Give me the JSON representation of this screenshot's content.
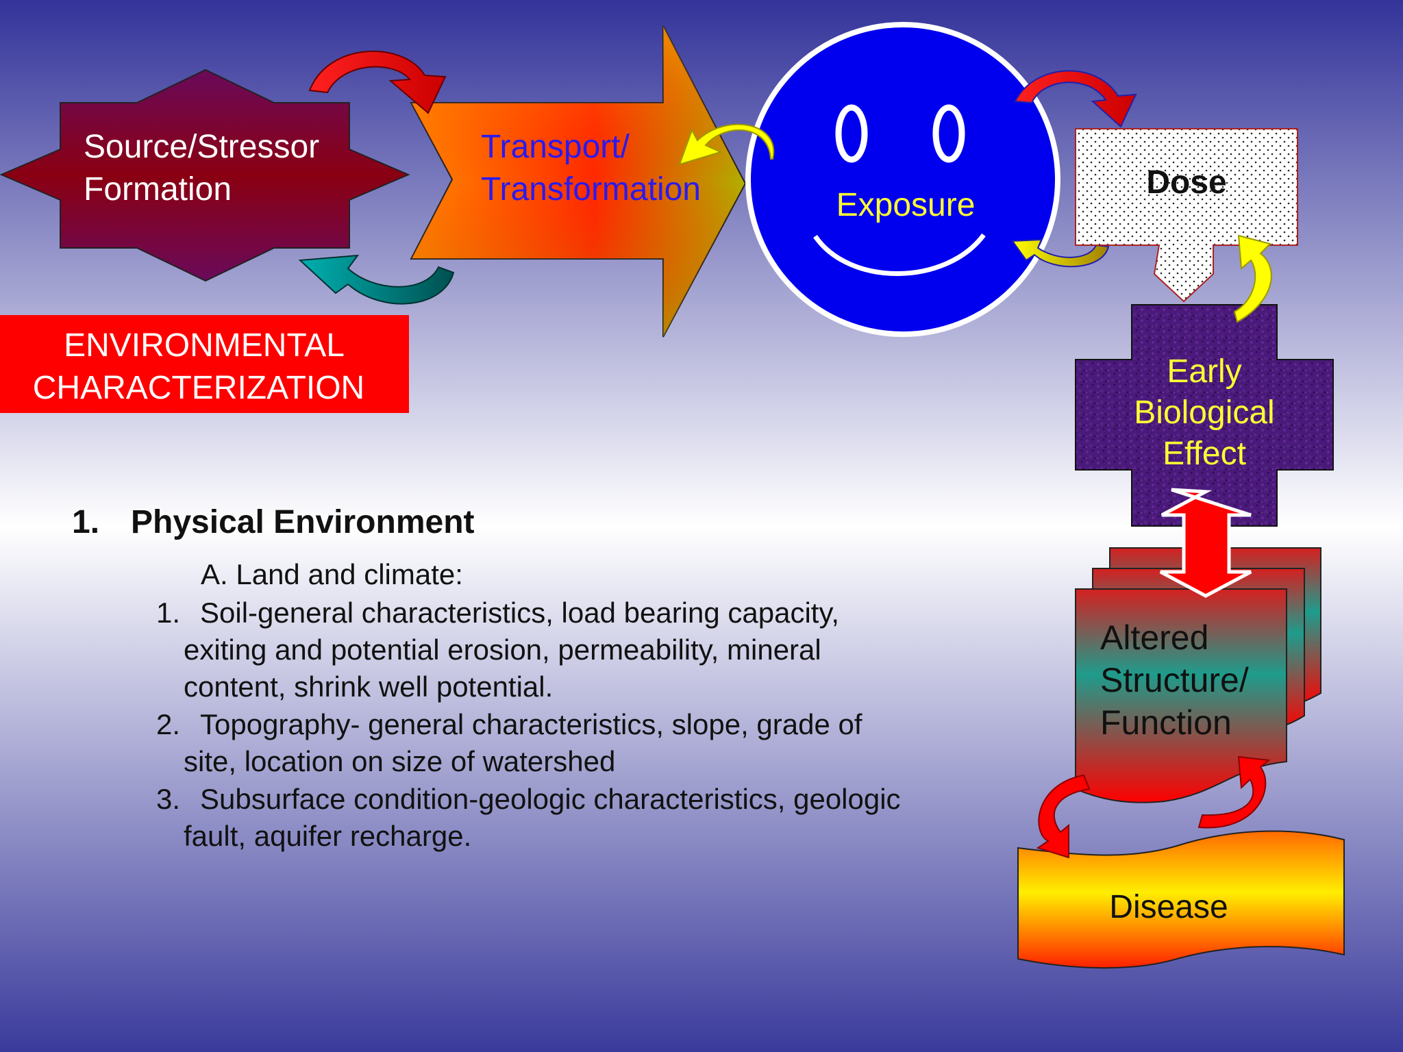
{
  "diagram": {
    "source": [
      "Source/Stressor",
      "Formation"
    ],
    "transport": [
      "Transport/",
      "Transformation"
    ],
    "exposure": "Exposure",
    "dose": "Dose",
    "early": [
      "Early",
      "Biological",
      "Effect"
    ],
    "altered": [
      "Altered",
      "Structure/",
      "Function"
    ],
    "disease": "Disease",
    "env_char": [
      "ENVIRONMENTAL",
      "CHARACTERIZATION"
    ]
  },
  "content": {
    "heading_num": "1.",
    "heading": "Physical Environment",
    "sub": "A. Land and climate:",
    "items": [
      {
        "num": "1.",
        "lines": [
          "Soil-general characteristics, load bearing capacity,",
          "exiting and potential erosion, permeability, mineral",
          "content, shrink well potential."
        ]
      },
      {
        "num": "2.",
        "lines": [
          "Topography- general characteristics, slope, grade of",
          "site, location on size of watershed"
        ]
      },
      {
        "num": "3.",
        "lines": [
          "Subsurface condition-geologic characteristics, geologic",
          "fault, aquifer recharge."
        ]
      }
    ]
  },
  "colors": {
    "bg_top": "#33339a",
    "bg_mid": "#ffffff",
    "bg_bottom": "#3a3a9c",
    "exposure_blue": "#0000ee",
    "env_red": "#ff0000",
    "yellow_text": "#ffff33"
  }
}
